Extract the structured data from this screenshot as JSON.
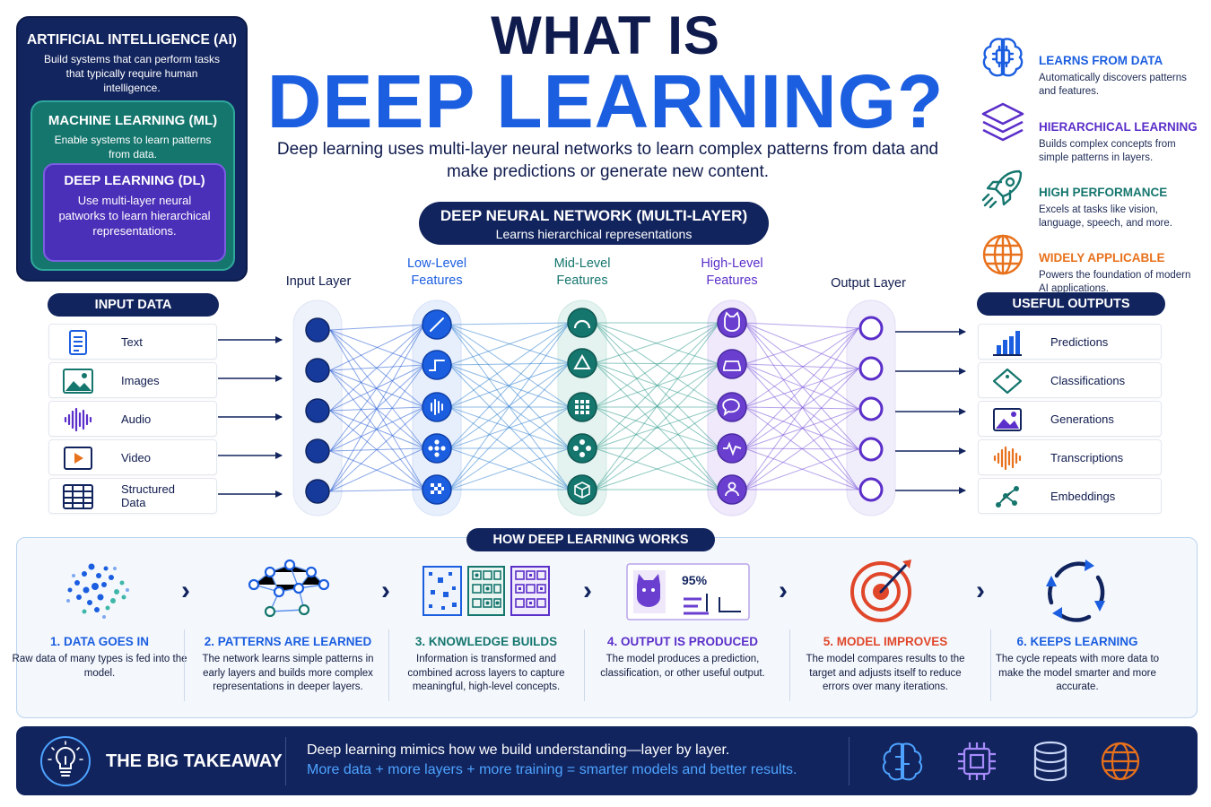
{
  "hierarchy": {
    "ai": {
      "title": "ARTIFICIAL INTELLIGENCE (AI)",
      "desc": "Build systems that can perform tasks that typically require human intelligence."
    },
    "ml": {
      "title": "MACHINE LEARNING (ML)",
      "desc": "Enable systems to learn patterns from data."
    },
    "dl": {
      "title": "DEEP LEARNING (DL)",
      "desc": "Use multi-layer neural patworks to learn hierarchical representations."
    }
  },
  "title": {
    "line1": "WHAT IS",
    "line2": "DEEP LEARNING?"
  },
  "subtitle": "Deep learning uses multi-layer neural networks to learn complex patterns from data and make predictions or generate new content.",
  "dnn": {
    "title": "DEEP NEURAL NETWORK (MULTI-LAYER)",
    "subtitle": "Learns hierarchical representations"
  },
  "features": [
    {
      "title": "LEARNS FROM DATA",
      "desc": "Automatically discovers patterns and features.",
      "icon": "brain-icon",
      "color": "#1b5ee0"
    },
    {
      "title": "HIERARCHICAL LEARNING",
      "desc": "Builds complex concepts from simple patterns in layers.",
      "icon": "layers-icon",
      "color": "#5b2fc9"
    },
    {
      "title": "HIGH PERFORMANCE",
      "desc": "Excels at tasks like vision, language, speech, and more.",
      "icon": "rocket-icon",
      "color": "#15766e"
    },
    {
      "title": "WIDELY APPLICABLE",
      "desc": "Powers the foundation of modern AI applications.",
      "icon": "globe-icon",
      "color": "#e8711c"
    }
  ],
  "input": {
    "title": "INPUT DATA",
    "items": [
      "Text",
      "Images",
      "Audio",
      "Video",
      "Structured Data"
    ]
  },
  "output": {
    "title": "USEFUL OUTPUTS",
    "items": [
      "Predictions",
      "Classifications",
      "Generations",
      "Transcriptions",
      "Embeddings"
    ]
  },
  "layers": {
    "input": "Input Layer",
    "low": "Low-Level Features",
    "mid": "Mid-Level Features",
    "high": "High-Level Features",
    "output": "Output Layer"
  },
  "how": {
    "title": "HOW DEEP LEARNING WORKS",
    "steps": [
      {
        "title": "1. DATA GOES IN",
        "desc": "Raw data of many types is fed into the model.",
        "color": "#1b5ee0"
      },
      {
        "title": "2. PATTERNS ARE LEARNED",
        "desc": "The network learns simple patterns in early layers and builds more complex representations in deeper layers.",
        "color": "#1b5ee0"
      },
      {
        "title": "3. KNOWLEDGE BUILDS",
        "desc": "Information is transformed and combined across layers to capture meaningful, high-level concepts.",
        "color": "#15766e"
      },
      {
        "title": "4. OUTPUT IS PRODUCED",
        "desc": "The model produces a prediction, classification, or other useful output.",
        "color": "#5b2fc9"
      },
      {
        "title": "5. MODEL IMPROVES",
        "desc": "The model compares results to the target and adjusts itself to reduce errors over many iterations.",
        "color": "#e0472a"
      },
      {
        "title": "6. KEEPS LEARNING",
        "desc": "The cycle repeats with more data to make the model smarter and more accurate.",
        "color": "#1b5ee0"
      }
    ],
    "confidence": "95%"
  },
  "takeaway": {
    "title": "THE BIG TAKEAWAY",
    "line1": "Deep learning mimics how we build understanding—layer by layer.",
    "line2": "More data + more layers + more training = smarter models and better results."
  },
  "colors": {
    "navy": "#12245e",
    "blue": "#1b5ee0",
    "teal": "#15766e",
    "purple": "#5b2fc9",
    "orange": "#e8711c"
  }
}
